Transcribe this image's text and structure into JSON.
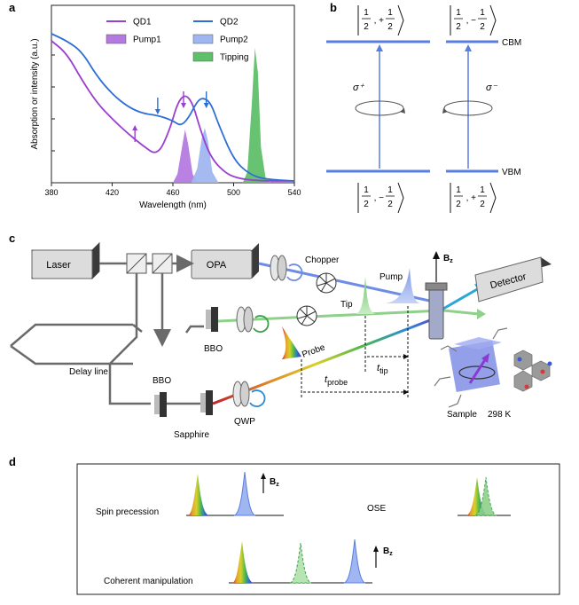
{
  "panels": {
    "a": "a",
    "b": "b",
    "c": "c",
    "d": "d"
  },
  "colors": {
    "qd1": "#9b3fd0",
    "qd2": "#2e6fd6",
    "pump1_fill": "#b57ae0",
    "pump2_fill": "#9fb6f0",
    "tipping_fill": "#5fc06a",
    "beam_pump": "#6f8de6",
    "beam_tip": "#8fd08a",
    "beam_detect": "#2aa7d8"
  },
  "chart_data": {
    "type": "line",
    "xlabel": "Wavelength (nm)",
    "ylabel": "Absorption or intensity (a.u.)",
    "xlim": [
      380,
      540
    ],
    "xticks": [
      "380",
      "420",
      "460",
      "500",
      "540"
    ],
    "ylim": [
      0,
      1
    ],
    "legend": [
      {
        "name": "QD1",
        "kind": "line",
        "color": "#9b3fd0"
      },
      {
        "name": "QD2",
        "kind": "line",
        "color": "#2e6fd6"
      },
      {
        "name": "Pump1",
        "kind": "fill",
        "color": "#b57ae0"
      },
      {
        "name": "Pump2",
        "kind": "fill",
        "color": "#9fb6f0"
      },
      {
        "name": "Tipping",
        "kind": "fill",
        "color": "#5fc06a"
      }
    ],
    "series": [
      {
        "name": "QD1",
        "x": [
          380,
          390,
          400,
          410,
          420,
          430,
          440,
          450,
          458,
          463,
          468,
          473,
          478,
          485,
          495,
          505,
          520,
          540
        ],
        "y": [
          0.8,
          0.73,
          0.58,
          0.45,
          0.36,
          0.28,
          0.21,
          0.15,
          0.3,
          0.45,
          0.5,
          0.45,
          0.3,
          0.14,
          0.05,
          0.02,
          0.01,
          0.01
        ]
      },
      {
        "name": "QD2",
        "x": [
          380,
          390,
          400,
          410,
          420,
          430,
          440,
          450,
          460,
          465,
          470,
          476,
          480,
          485,
          490,
          500,
          510,
          520,
          540
        ],
        "y": [
          0.84,
          0.8,
          0.74,
          0.6,
          0.5,
          0.43,
          0.39,
          0.38,
          0.35,
          0.32,
          0.36,
          0.46,
          0.48,
          0.45,
          0.33,
          0.13,
          0.05,
          0.02,
          0.01
        ]
      },
      {
        "name": "Pump1",
        "x": [
          460,
          463,
          466,
          468,
          470,
          473,
          476
        ],
        "y": [
          0.0,
          0.05,
          0.2,
          0.3,
          0.22,
          0.05,
          0.0
        ]
      },
      {
        "name": "Pump2",
        "x": [
          472,
          476,
          479,
          481,
          483,
          486,
          490
        ],
        "y": [
          0.0,
          0.08,
          0.25,
          0.31,
          0.24,
          0.06,
          0.0
        ]
      },
      {
        "name": "Tipping",
        "x": [
          506,
          509,
          512,
          514,
          516,
          518,
          521,
          524
        ],
        "y": [
          0.0,
          0.06,
          0.45,
          0.76,
          0.62,
          0.2,
          0.03,
          0.0
        ]
      }
    ],
    "arrows": [
      {
        "x": 435,
        "color": "#9b3fd0",
        "direction": "up"
      },
      {
        "x": 450,
        "color": "#2e6fd6",
        "direction": "down"
      },
      {
        "x": 467,
        "color": "#9b3fd0",
        "direction": "down"
      },
      {
        "x": 482,
        "color": "#2e6fd6",
        "direction": "down"
      }
    ]
  },
  "panel_b": {
    "cbm": "CBM",
    "vbm": "VBM",
    "sigma_plus": "σ⁺",
    "sigma_minus": "σ⁻",
    "left_top_state": [
      "1",
      "2",
      "+",
      "1",
      "2"
    ],
    "right_top_state": [
      "1",
      "2",
      "−",
      "1",
      "2"
    ],
    "left_bottom_state": [
      "1",
      "2",
      "−",
      "1",
      "2"
    ],
    "right_bottom_state": [
      "1",
      "2",
      "+",
      "1",
      "2"
    ]
  },
  "panel_c": {
    "laser": "Laser",
    "opa": "OPA",
    "chopper": "Chopper",
    "pump": "Pump",
    "tip": "Tip",
    "bbo_1": "BBO",
    "bbo_2": "BBO",
    "delay_line": "Delay line",
    "probe": "Probe",
    "t_probe_t": "t",
    "t_probe_sub": "probe",
    "t_tip_t": "t",
    "t_tip_sub": "tip",
    "sapphire": "Sapphire",
    "qwp": "QWP",
    "detector": "Detector",
    "bz": "B",
    "bz_sub": "z",
    "sample": "Sample",
    "temperature": "298 K"
  },
  "panel_d": {
    "spin_precession": "Spin precession",
    "ose": "OSE",
    "coherent_manipulation": "Coherent manipulation",
    "bz": "B",
    "bz_sub": "z"
  }
}
